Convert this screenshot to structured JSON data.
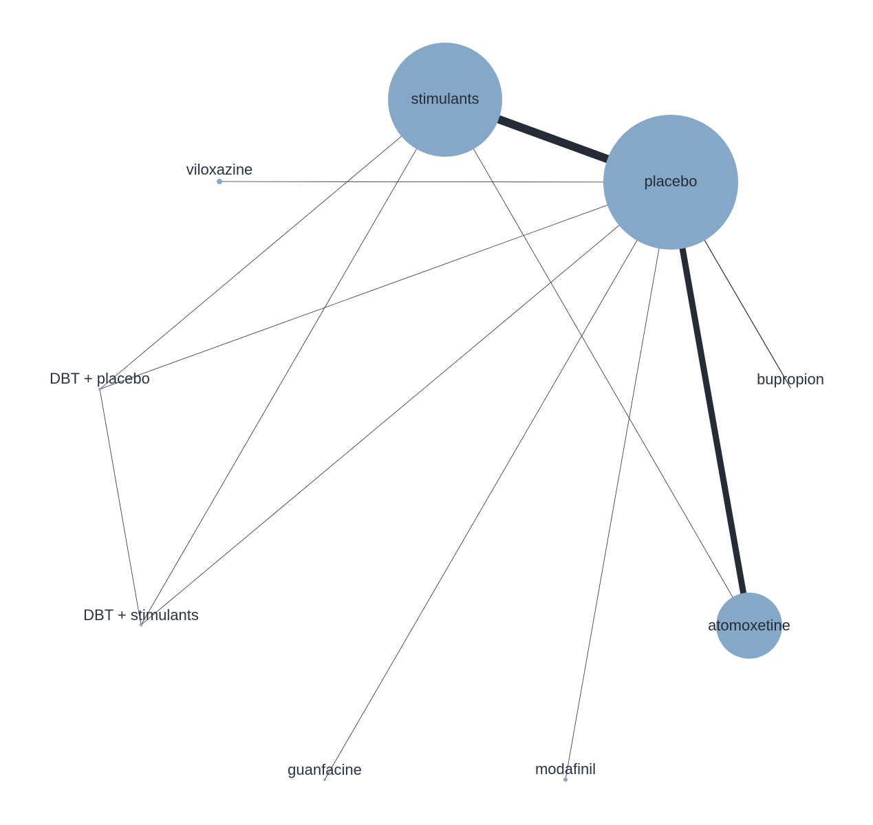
{
  "network": {
    "node_color": "#85a8c8",
    "edge_color": "#262c36",
    "text_color": "#262c36",
    "nodes": [
      {
        "id": "stimulants",
        "label": "stimulants",
        "weight": 83
      },
      {
        "id": "placebo",
        "label": "placebo",
        "weight": 98
      },
      {
        "id": "viloxazine",
        "label": "viloxazine",
        "weight": 4
      },
      {
        "id": "dbt_placebo",
        "label": "DBT + placebo",
        "weight": 2
      },
      {
        "id": "dbt_stimulants",
        "label": "DBT + stimulants",
        "weight": 2
      },
      {
        "id": "bupropion",
        "label": "bupropion",
        "weight": 1
      },
      {
        "id": "atomoxetine",
        "label": "atomoxetine",
        "weight": 48
      },
      {
        "id": "guanfacine",
        "label": "guanfacine",
        "weight": 2
      },
      {
        "id": "modafinil",
        "label": "modafinil",
        "weight": 3
      }
    ],
    "edges": [
      {
        "source": "stimulants",
        "target": "placebo",
        "weight": 12
      },
      {
        "source": "placebo",
        "target": "atomoxetine",
        "weight": 9
      },
      {
        "source": "placebo",
        "target": "viloxazine",
        "weight": 0.8
      },
      {
        "source": "placebo",
        "target": "dbt_placebo",
        "weight": 0.8
      },
      {
        "source": "placebo",
        "target": "dbt_stimulants",
        "weight": 0.8
      },
      {
        "source": "placebo",
        "target": "guanfacine",
        "weight": 0.8
      },
      {
        "source": "placebo",
        "target": "modafinil",
        "weight": 0.8
      },
      {
        "source": "placebo",
        "target": "bupropion",
        "weight": 1.2
      },
      {
        "source": "stimulants",
        "target": "dbt_placebo",
        "weight": 0.8
      },
      {
        "source": "stimulants",
        "target": "dbt_stimulants",
        "weight": 0.8
      },
      {
        "source": "stimulants",
        "target": "atomoxetine",
        "weight": 0.8
      },
      {
        "source": "dbt_placebo",
        "target": "dbt_stimulants",
        "weight": 0.8
      }
    ]
  }
}
